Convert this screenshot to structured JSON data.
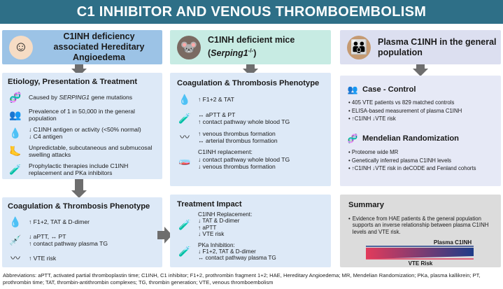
{
  "title": "C1 INHIBITOR AND VENOUS THROMBOEMBOLISM",
  "colors": {
    "title_bar": "#2e6f87",
    "col1_header": "#9cc3e6",
    "col2_header": "#c7ebe3",
    "col3_header": "#dcdff0",
    "panel_blue": "#dde9f7",
    "panel_col3": "#e6e9f6",
    "summary_bg": "#dcdcdc",
    "wedge_top": "#1f3c88",
    "wedge_bottom": "#e23b5b",
    "arrow": "#6e6e6e"
  },
  "col1": {
    "header": "C1INH deficiency associated Hereditary Angioedema",
    "etiology": {
      "heading": "Etiology, Presentation & Treatment",
      "items": [
        {
          "icon": "dna-icon",
          "text": "Caused by SERPING1 gene mutations"
        },
        {
          "icon": "population-icon",
          "text": "Prevalence of 1 in 50,000 in the general population"
        },
        {
          "icon": "drop-icon",
          "line1": "↓ C1INH antigen or activity (<50% normal)",
          "line2": "↓ C4 antigen"
        },
        {
          "icon": "swelling-icon",
          "text": "Unpredictable, subcutaneous and submucosal swelling attacks"
        },
        {
          "icon": "vial-icon",
          "text": "Prophylactic therapies include C1INH replacement and PKa inhibitors"
        }
      ]
    },
    "coag": {
      "heading": "Coagulation & Thrombosis Phenotype",
      "items": [
        {
          "icon": "drop-icon",
          "text": "↑ F1+2, TAT & D-dimer"
        },
        {
          "icon": "needle-icon",
          "line1": "↓ aPTT, ↔ PT",
          "line2": "↑ contact pathway plasma TG"
        },
        {
          "icon": "vein-icon",
          "text": "↑ VTE risk"
        }
      ]
    }
  },
  "col2": {
    "header_prefix": "C1INH deficient mice (",
    "header_italic": "Serping1",
    "header_sup": "-/-",
    "header_suffix": ")",
    "coag": {
      "heading": "Coagulation & Thrombosis Phenotype",
      "items": [
        {
          "icon": "drop-icon",
          "text": "↑ F1+2 & TAT"
        },
        {
          "icon": "tube-icon",
          "line1": "↔ aPTT & PT",
          "line2": "↑ contact pathway whole blood TG"
        },
        {
          "icon": "vein-icon",
          "line1": "↑ venous thrombus formation",
          "line2": "↔ arterial thrombus formation"
        },
        {
          "icon": "vial-icon",
          "line1": "C1INH replacement:",
          "line2": "↓ contact pathway whole blood TG",
          "line3": "↓ venous thrombus formation"
        }
      ]
    },
    "treatment": {
      "heading": "Treatment Impact",
      "items": [
        {
          "icon": "vial-icon",
          "lines": [
            "C1INH Replacement:",
            "↓ TAT & D-dimer",
            "↑ aPTT",
            "↓ VTE risk"
          ]
        },
        {
          "icon": "vial-icon",
          "lines": [
            "PKa Inhibition:",
            "↓ F1+2, TAT & D-dimer",
            "↔ contact pathway plasma TG"
          ]
        }
      ]
    }
  },
  "col3": {
    "header": "Plasma C1INH in the general population",
    "case_control": {
      "heading": "Case - Control",
      "bullets": [
        "405 VTE patients vs 829 matched controls",
        "ELISA-based measurement of plasma C1INH",
        "↑C1INH ↓VTE risk"
      ]
    },
    "mendelian": {
      "heading": "Mendelian Randomization",
      "bullets": [
        "Proteome wide MR",
        "Genetically inferred plasma C1INH levels",
        "↑C1INH ↓VTE risk in deCODE and Fenland cohorts"
      ]
    },
    "summary": {
      "heading": "Summary",
      "bullet": "Evidence from HAE patients & the general population supports an inverse relationship between plasma C1INH levels and VTE risk.",
      "wedge_top_label": "Plasma C1INH",
      "wedge_bottom_label": "VTE Risk"
    }
  },
  "abbreviations": "Abbreviations: aPTT, activated partial thromboplastin time; C1INH, C1 inhibitor; F1+2, prothrombin fragment 1+2; HAE, Hereditary Angioedema; MR, Mendelian Randomization; PKa, plasma kallikrein; PT, prothrombin time; TAT, thrombin-antithrombin complexes; TG, thrombin generation; VTE, venous thromboembolism"
}
